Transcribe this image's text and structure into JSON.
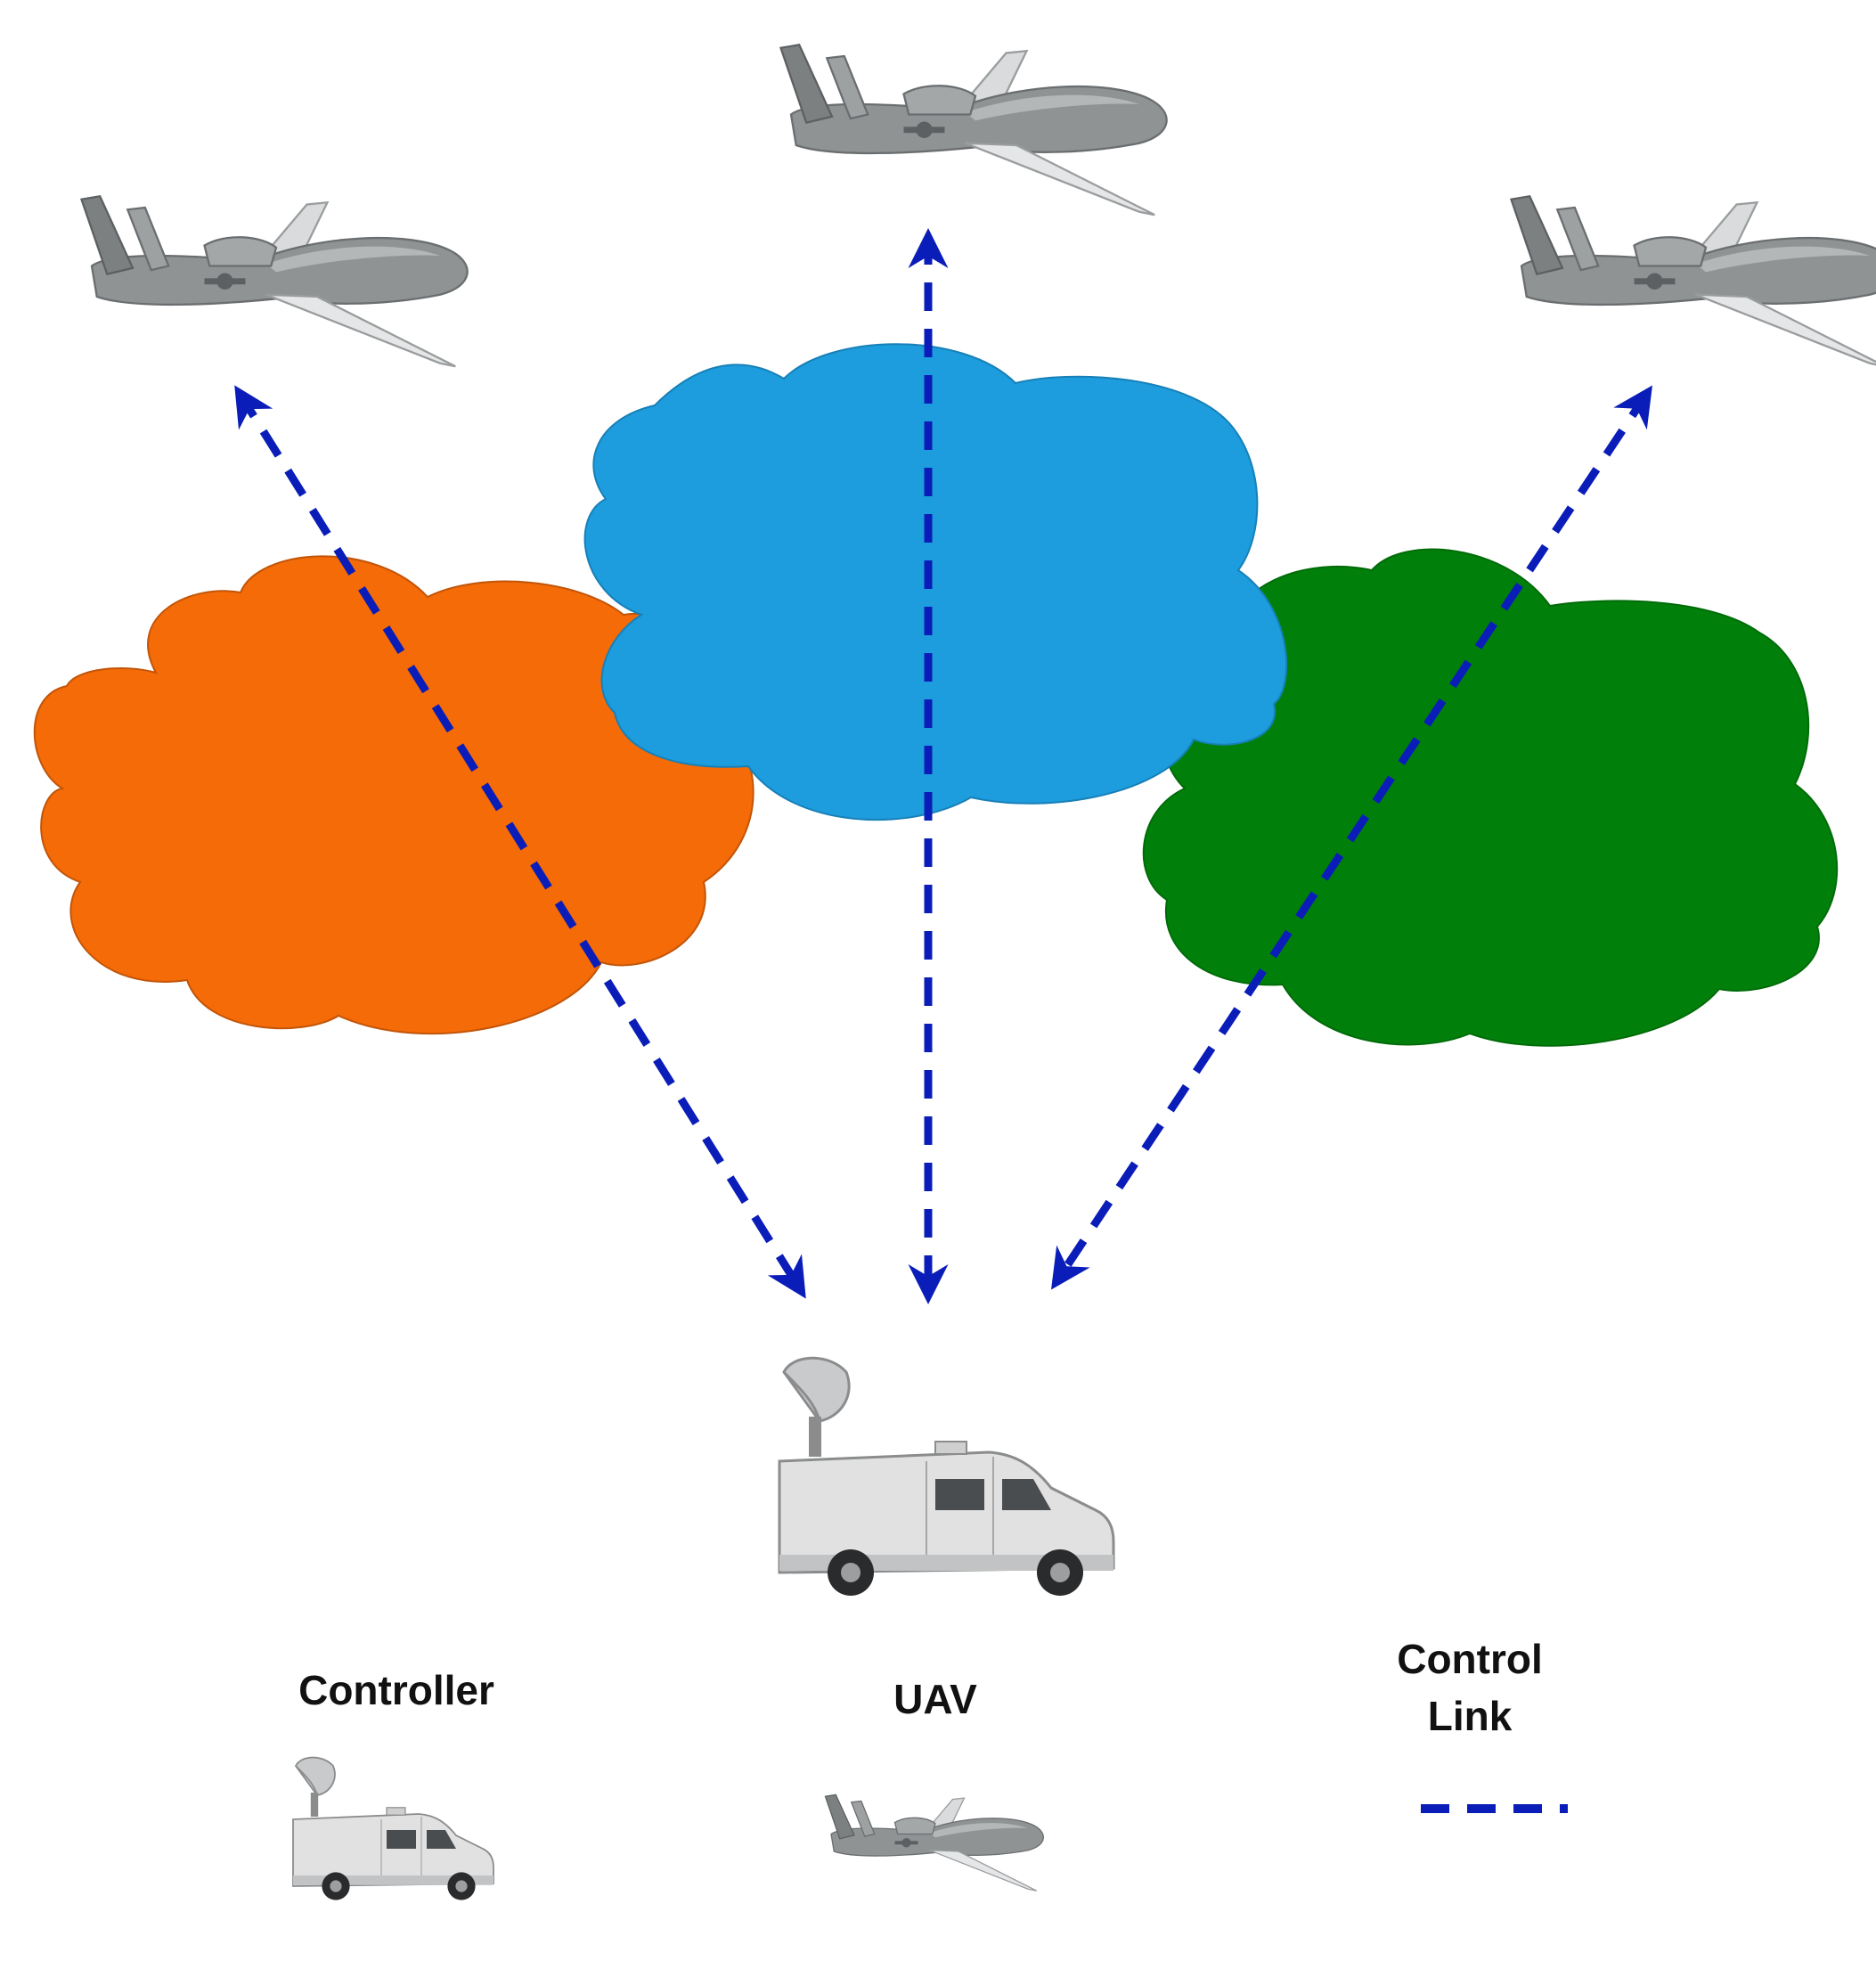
{
  "colors": {
    "cloud_left": "#F46B08",
    "cloud_middle": "#1D9DDD",
    "cloud_right": "#00800A",
    "control_link": "#0A1DB8",
    "drone_body": "#8F9394",
    "van_body": "#E1E1E1"
  },
  "nodes": {
    "controller_icon": "controller-van-icon",
    "uav_icon": "uav-drone-icon",
    "uav_count": 3
  },
  "legend": {
    "controller_label": "Controller",
    "uav_label": "UAV",
    "control_link_label": "Control\nLink"
  }
}
